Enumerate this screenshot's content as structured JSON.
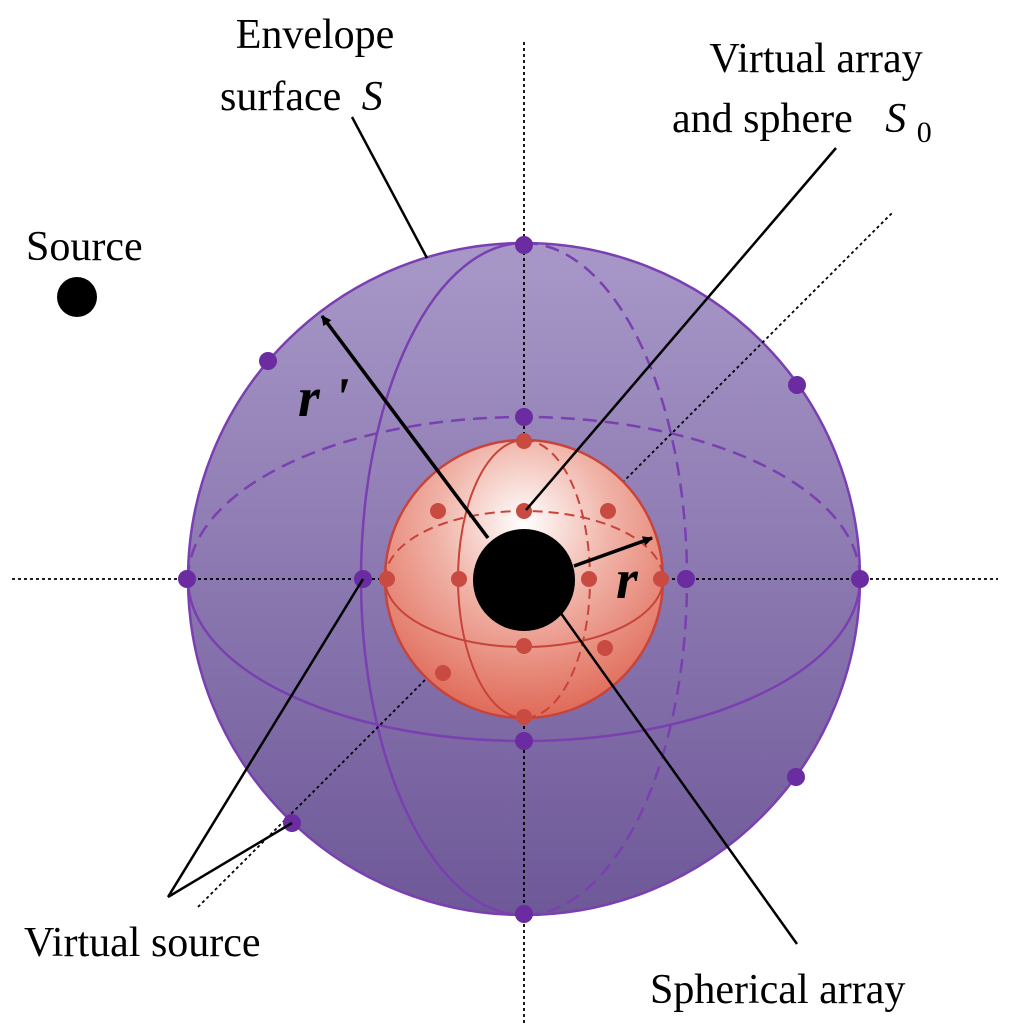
{
  "labels": {
    "envelope_line1": "Envelope",
    "envelope_line2": "surface",
    "envelope_symbol": "S",
    "virtual_array_line1": "Virtual array",
    "virtual_array_line2": "and sphere",
    "virtual_array_symbol": "S",
    "virtual_array_subscript": "0",
    "source": "Source",
    "virtual_source": "Virtual source",
    "spherical_array": "Spherical array",
    "outer_radius": "r '",
    "inner_radius": "r"
  },
  "colors": {
    "outer_sphere_top": "#a898c8",
    "outer_sphere_bottom": "#6e5898",
    "outer_sphere_stroke": "#7a3fb0",
    "outer_points": "#6a2ca0",
    "inner_sphere_highlight": "#ffffff",
    "inner_sphere_base": "#e06a58",
    "inner_sphere_stroke": "#c8443a",
    "inner_points": "#c84a40",
    "source": "#000000"
  }
}
